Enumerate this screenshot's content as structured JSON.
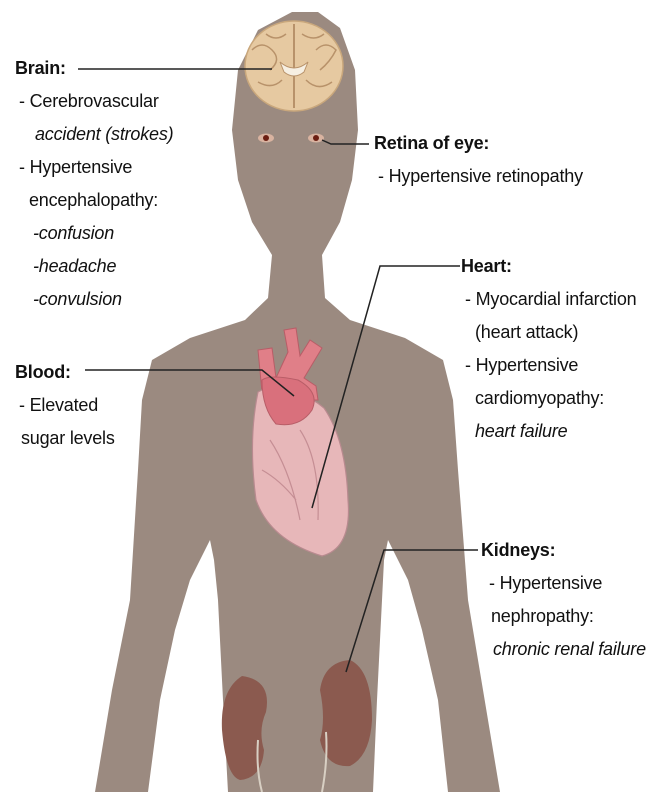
{
  "colors": {
    "body": "#9b8a80",
    "leader": "#222222",
    "kidney": "#8b5a4f",
    "heart": "#e7b7b9",
    "brain": "#e6c9a1"
  },
  "brain": {
    "heading": "Brain:",
    "lines": [
      {
        "text": "- Cerebrovascular",
        "italic": false
      },
      {
        "text": "accident  (strokes)",
        "italic": true
      },
      {
        "text": "- Hypertensive",
        "italic": false
      },
      {
        "text": "encephalopathy:",
        "italic": false
      },
      {
        "text": "-confusion",
        "italic": true
      },
      {
        "text": "-headache",
        "italic": true
      },
      {
        "text": "-convulsion",
        "italic": true
      }
    ]
  },
  "retina": {
    "heading": "Retina of eye:",
    "lines": [
      {
        "text": "- Hypertensive retinopathy",
        "italic": false
      }
    ]
  },
  "heart": {
    "heading": "Heart:",
    "lines": [
      {
        "text": "- Myocardial infarction",
        "italic": false
      },
      {
        "text": "(heart attack)",
        "italic": false
      },
      {
        "text": "- Hypertensive",
        "italic": false
      },
      {
        "text": "cardiomyopathy:",
        "italic": false
      },
      {
        "text": "heart failure",
        "italic": true
      }
    ]
  },
  "blood": {
    "heading": "Blood:",
    "lines": [
      {
        "text": "- Elevated",
        "italic": false
      },
      {
        "text": "sugar levels",
        "italic": false
      }
    ]
  },
  "kidneys": {
    "heading": "Kidneys:",
    "lines": [
      {
        "text": "- Hypertensive",
        "italic": false
      },
      {
        "text": "nephropathy:",
        "italic": false
      },
      {
        "text": "chronic renal failure",
        "italic": true
      }
    ]
  }
}
